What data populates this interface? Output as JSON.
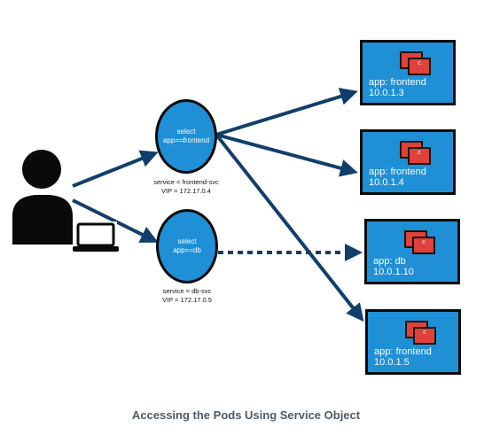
{
  "caption": "Accessing the Pods Using Service Object",
  "colors": {
    "pod_fill": "#1f8fd6",
    "container_fill": "#e0413b",
    "arrow": "#123e6b",
    "caption": "#505a66"
  },
  "client": {
    "icon": "user-with-laptop-icon"
  },
  "services": [
    {
      "select_line1": "select",
      "select_line2": "app==frontend",
      "name": "service = frontend-svc",
      "vip": "VIP = 172.17.0.4"
    },
    {
      "select_line1": "select",
      "select_line2": "app==db",
      "name": "service = db-svc",
      "vip": "VIP = 172.17.0.5"
    }
  ],
  "pods": [
    {
      "label": "app: frontend",
      "ip": "10.0.1.3",
      "container_letter": "c"
    },
    {
      "label": "app: frontend",
      "ip": "10.0.1.4",
      "container_letter": "c"
    },
    {
      "label": "app: db",
      "ip": "10.0.1.10",
      "container_letter": "c"
    },
    {
      "label": "app: frontend",
      "ip": "10.0.1.5",
      "container_letter": "c"
    }
  ]
}
